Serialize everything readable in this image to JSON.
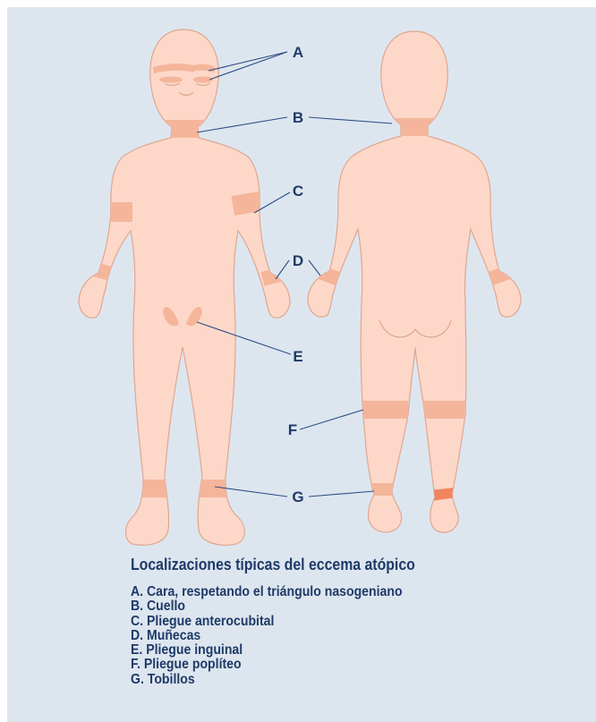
{
  "colors": {
    "background": "#dde6ef",
    "skin": "#fdd8c9",
    "skin_outline": "#e0a690",
    "eczema_band": "#f5b59a",
    "eczema_band_strong": "#ef8660",
    "text": "#1f3a68",
    "leader_line": "#2d4f86"
  },
  "figure": {
    "front_view": "front-body",
    "back_view": "back-body",
    "markers": [
      {
        "id": "A",
        "label": "A"
      },
      {
        "id": "B",
        "label": "B"
      },
      {
        "id": "C",
        "label": "C"
      },
      {
        "id": "D",
        "label": "D"
      },
      {
        "id": "E",
        "label": "E"
      },
      {
        "id": "F",
        "label": "F"
      },
      {
        "id": "G",
        "label": "G"
      }
    ]
  },
  "caption": {
    "title": "Localizaciones típicas del eccema atópico",
    "items": [
      "A. Cara, respetando el triángulo nasogeniano",
      "B. Cuello",
      "C. Pliegue anterocubital",
      "D. Muñecas",
      "E. Pliegue inguinal",
      "F. Pliegue poplíteo",
      "G. Tobillos"
    ]
  }
}
